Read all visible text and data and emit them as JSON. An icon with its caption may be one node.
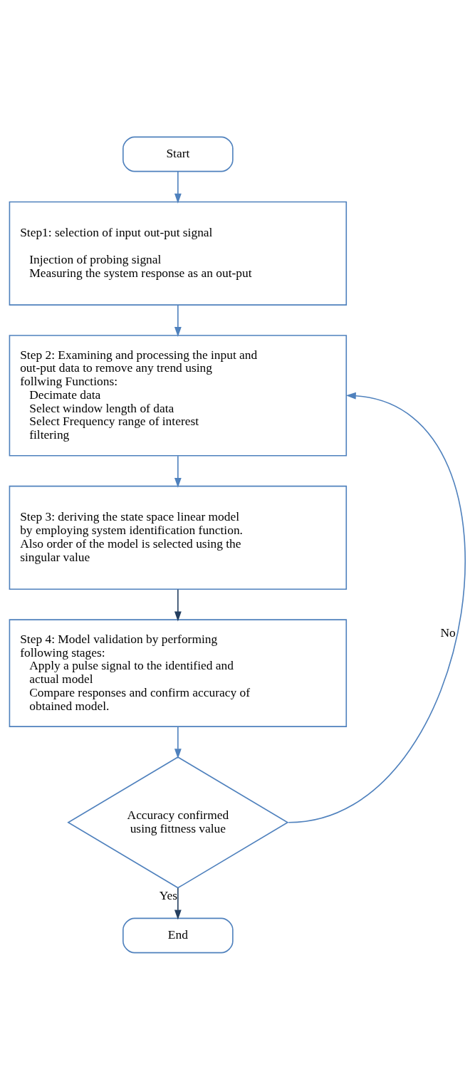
{
  "diagram": {
    "nodes": [
      {
        "text": [
          "Start"
        ]
      },
      {
        "text": [
          "Step1: selection of input out-put signal",
          "Injection of probing signal",
          "Measuring the system response as an out-put"
        ]
      },
      {
        "text": [
          "Step 2: Examining and processing the input and out-put data to remove any trend using follwing Functions:",
          "Decimate data",
          "Select window length of data",
          "Select Frequency range of interest",
          "filtering"
        ]
      },
      {
        "text": [
          "Step 3: deriving the state space linear model by employing system identification function. Also order of the model is selected using the singular value"
        ]
      },
      {
        "text": [
          "Step 4: Model validation by performing following stages:",
          "Apply a pulse signal to the identified and actual model",
          "Compare responses and confirm accuracy of obtained model."
        ]
      },
      {
        "text": [
          "Accuracy confirmed using fittness value"
        ]
      },
      {
        "text": [
          "End"
        ]
      }
    ],
    "edges": [
      {
        "from": 0,
        "to": 1,
        "arrow": "to"
      },
      {
        "from": 1,
        "to": 2,
        "arrow": "to"
      },
      {
        "from": 2,
        "to": 3,
        "arrow": "to"
      },
      {
        "from": 3,
        "to": 4,
        "arrow": "to",
        "color": "#243f60"
      },
      {
        "from": 4,
        "to": 5,
        "arrow": "to"
      },
      {
        "from": 5,
        "to": 2,
        "arrow": "to",
        "label": "No"
      },
      {
        "from": 5,
        "to": 6,
        "arrow": "to",
        "label": "Yes",
        "color": "#243f60"
      }
    ]
  }
}
